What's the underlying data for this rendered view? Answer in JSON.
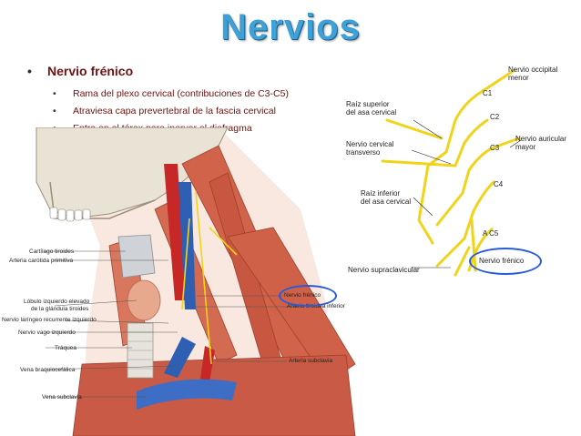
{
  "title": "Nervios",
  "colors": {
    "title": "#3fa0d6",
    "text": "#6e1111",
    "nerve": "#f1d419",
    "highlight": "#2a5bd6"
  },
  "main_bullet": "Nervio frénico",
  "sub_bullets": [
    "Rama del plexo cervical (contribuciones de C3-C5)",
    "Atraviesa capa prevertebral de la fascia cervical",
    "Entra en el tórax para inervar el diafragma"
  ],
  "anatomy_labels_left": [
    "Cartílago tiroides",
    "Arteria carótida primitiva",
    "Lóbulo izquierdo elevado",
    "de la glándula tiroides",
    "Nervio laríngeo recurrente izquierdo",
    "Nervio vago izquierdo",
    "Tráquea",
    "Vena braquiocefálica",
    "Vena subclavia"
  ],
  "anatomy_labels_right": [
    "Nervio frénico",
    "Arteria tiroidea inferior",
    "Arteria subclavia"
  ],
  "schema_labels": {
    "occipital": [
      "Nervio occipital",
      "menor"
    ],
    "c1": "C1",
    "c2": "C2",
    "c3": "C3",
    "c4": "C4",
    "c5": "A C5",
    "raiz_superior": [
      "Raíz superior",
      "del asa cervical"
    ],
    "cervical_transverso": [
      "Nervio cervical",
      "transverso"
    ],
    "auricular": [
      "Nervio auricular",
      "mayor"
    ],
    "raiz_inferior": [
      "Raíz inferior",
      "del asa cervical"
    ],
    "supraclavicular": "Nervio supraclavicular",
    "frenico": "Nervio frénico"
  }
}
